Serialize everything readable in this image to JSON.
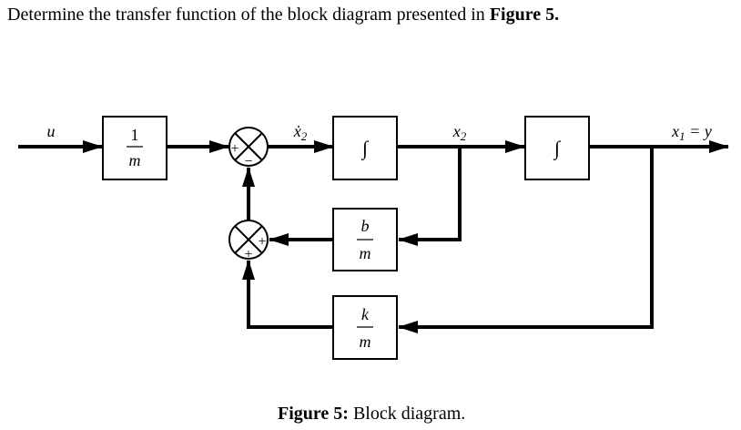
{
  "question": {
    "text": "Determine the transfer function of the block diagram presented in ",
    "ref": "Figure 5."
  },
  "diagram": {
    "input_label": "u",
    "block_gain": {
      "num": "1",
      "den": "m"
    },
    "signal_x2dot": "ẋ",
    "signal_x2dot_sub": "2",
    "integrator_symbol": "∫",
    "signal_x2": "x",
    "signal_x2_sub": "2",
    "output_label": "x",
    "output_sub": "1",
    "output_rest": " = y",
    "block_damping": {
      "num": "b",
      "den": "m"
    },
    "block_spring": {
      "num": "k",
      "den": "m"
    },
    "sum1_signs": {
      "left": "+",
      "bottom": "−"
    },
    "sum2_signs": {
      "right": "+",
      "bottom": "+"
    }
  },
  "caption": {
    "label": "Figure 5:",
    "text": " Block diagram."
  }
}
